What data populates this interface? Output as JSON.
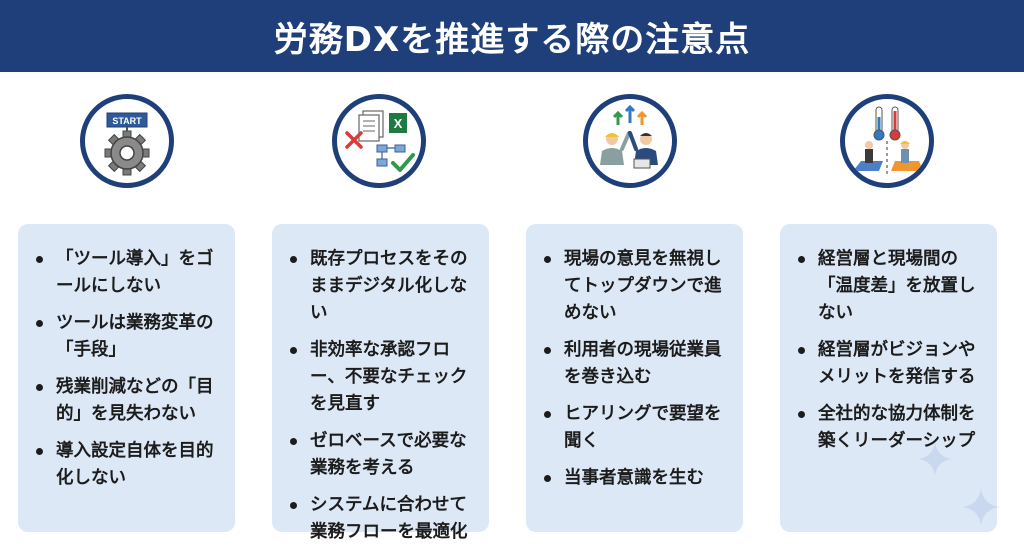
{
  "header": {
    "title": "労務DXを推進する際の注意点"
  },
  "icons": [
    {
      "name": "gear-start-icon",
      "start_label": "START"
    },
    {
      "name": "documents-workflow-icon",
      "excel_label": "X"
    },
    {
      "name": "teamwork-growth-icon"
    },
    {
      "name": "temperature-gap-icon"
    }
  ],
  "cards": [
    {
      "items": [
        "「ツール導入」をゴールにしない",
        "ツールは業務変革の「手段」",
        "残業削減などの「目的」を見失わない",
        "導入設定自体を目的化しない"
      ]
    },
    {
      "items": [
        "既存プロセスをそのままデジタル化しない",
        "非効率な承認フロー、不要なチェックを見直す",
        "ゼロベースで必要な業務を考える",
        "システムに合わせて業務フローを最適化"
      ]
    },
    {
      "items": [
        "現場の意見を無視してトップダウンで進めない",
        "利用者の現場従業員を巻き込む",
        "ヒアリングで要望を聞く",
        "当事者意識を生む"
      ]
    },
    {
      "items": [
        "経営層と現場間の「温度差」を放置しない",
        "経営層がビジョンやメリットを発信する",
        "全社的な協力体制を築くリーダーシップ"
      ]
    }
  ],
  "colors": {
    "navy": "#1f3f7a",
    "card_bg": "#dde8f7",
    "green": "#2e9a4a",
    "red": "#d93b3b",
    "orange": "#f0962e"
  }
}
